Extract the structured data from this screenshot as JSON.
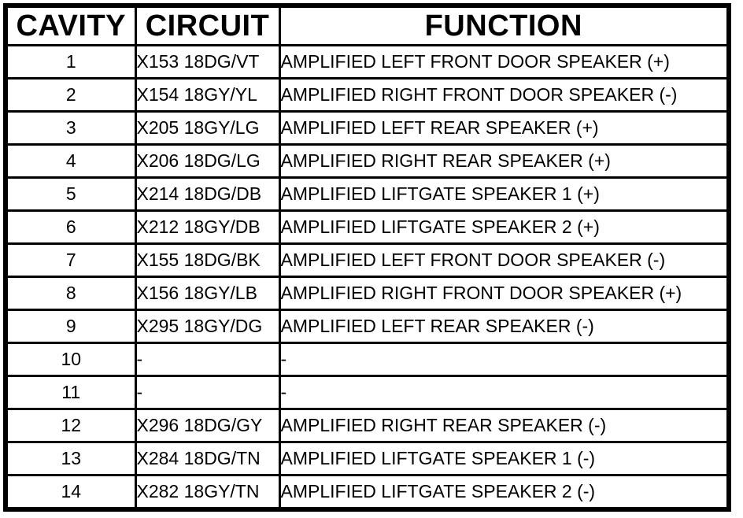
{
  "colors": {
    "background": "#ffffff",
    "border": "#000000",
    "text": "#000000"
  },
  "table": {
    "columns": [
      {
        "key": "cavity",
        "label": "CAVITY"
      },
      {
        "key": "circuit",
        "label": "CIRCUIT"
      },
      {
        "key": "function",
        "label": "FUNCTION"
      }
    ],
    "rows": [
      {
        "cavity": "1",
        "circuit": "X153 18DG/VT",
        "function": "AMPLIFIED LEFT FRONT DOOR SPEAKER (+)"
      },
      {
        "cavity": "2",
        "circuit": "X154 18GY/YL",
        "function": "AMPLIFIED RIGHT FRONT DOOR SPEAKER (-)"
      },
      {
        "cavity": "3",
        "circuit": "X205 18GY/LG",
        "function": "AMPLIFIED LEFT REAR SPEAKER (+)"
      },
      {
        "cavity": "4",
        "circuit": "X206 18DG/LG",
        "function": "AMPLIFIED RIGHT REAR SPEAKER (+)"
      },
      {
        "cavity": "5",
        "circuit": "X214 18DG/DB",
        "function": "AMPLIFIED LIFTGATE SPEAKER 1 (+)"
      },
      {
        "cavity": "6",
        "circuit": "X212 18GY/DB",
        "function": "AMPLIFIED LIFTGATE SPEAKER 2 (+)"
      },
      {
        "cavity": "7",
        "circuit": "X155 18DG/BK",
        "function": "AMPLIFIED LEFT FRONT DOOR SPEAKER (-)"
      },
      {
        "cavity": "8",
        "circuit": "X156 18GY/LB",
        "function": "AMPLIFIED RIGHT FRONT DOOR SPEAKER (+)"
      },
      {
        "cavity": "9",
        "circuit": "X295 18GY/DG",
        "function": "AMPLIFIED LEFT REAR SPEAKER (-)"
      },
      {
        "cavity": "10",
        "circuit": "-",
        "function": "-"
      },
      {
        "cavity": "11",
        "circuit": "-",
        "function": "-"
      },
      {
        "cavity": "12",
        "circuit": "X296 18DG/GY",
        "function": "AMPLIFIED RIGHT REAR SPEAKER (-)"
      },
      {
        "cavity": "13",
        "circuit": "X284 18DG/TN",
        "function": "AMPLIFIED LIFTGATE SPEAKER 1 (-)"
      },
      {
        "cavity": "14",
        "circuit": "X282 18GY/TN",
        "function": "AMPLIFIED LIFTGATE SPEAKER 2 (-)"
      }
    ]
  }
}
